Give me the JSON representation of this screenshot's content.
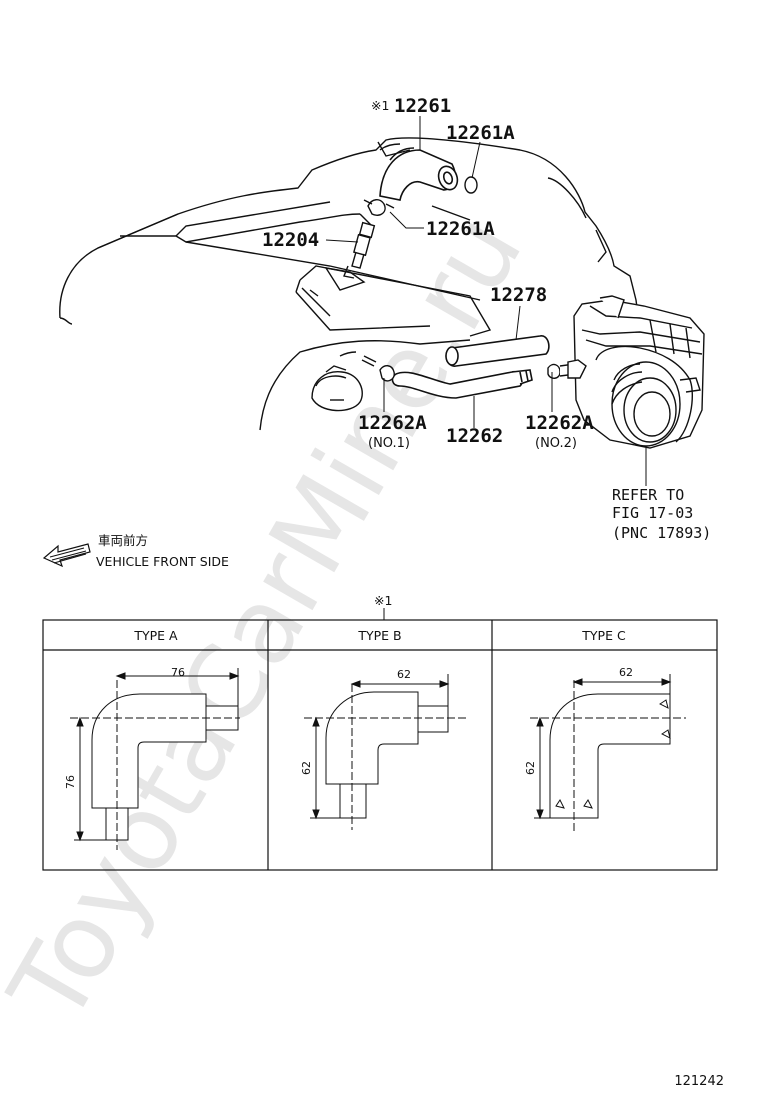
{
  "watermark": "ToyotaCarMine.ru",
  "callouts": {
    "mark_note": "※1",
    "hose_12261": "12261",
    "clamp_upper": "12261A",
    "clamp_lower": "12261A",
    "pcv_valve": "12204",
    "hose_12278": "12278",
    "clamp_no1": "12262A",
    "clamp_no1_note": "(NO.1)",
    "hose_12262": "12262",
    "clamp_no2": "12262A",
    "clamp_no2_note": "(NO.2)"
  },
  "reference": {
    "line1": "REFER TO",
    "line2": "FIG 17-03",
    "line3": "(PNC 17893)"
  },
  "direction": {
    "jp": "車両前方",
    "en": "VEHICLE FRONT SIDE"
  },
  "table": {
    "mark": "※1",
    "types": [
      {
        "header": "TYPE A",
        "width_dim": "76",
        "height_dim": "76"
      },
      {
        "header": "TYPE B",
        "width_dim": "62",
        "height_dim": "62"
      },
      {
        "header": "TYPE C",
        "width_dim": "62",
        "height_dim": "62"
      }
    ]
  },
  "figure_number": "121242"
}
